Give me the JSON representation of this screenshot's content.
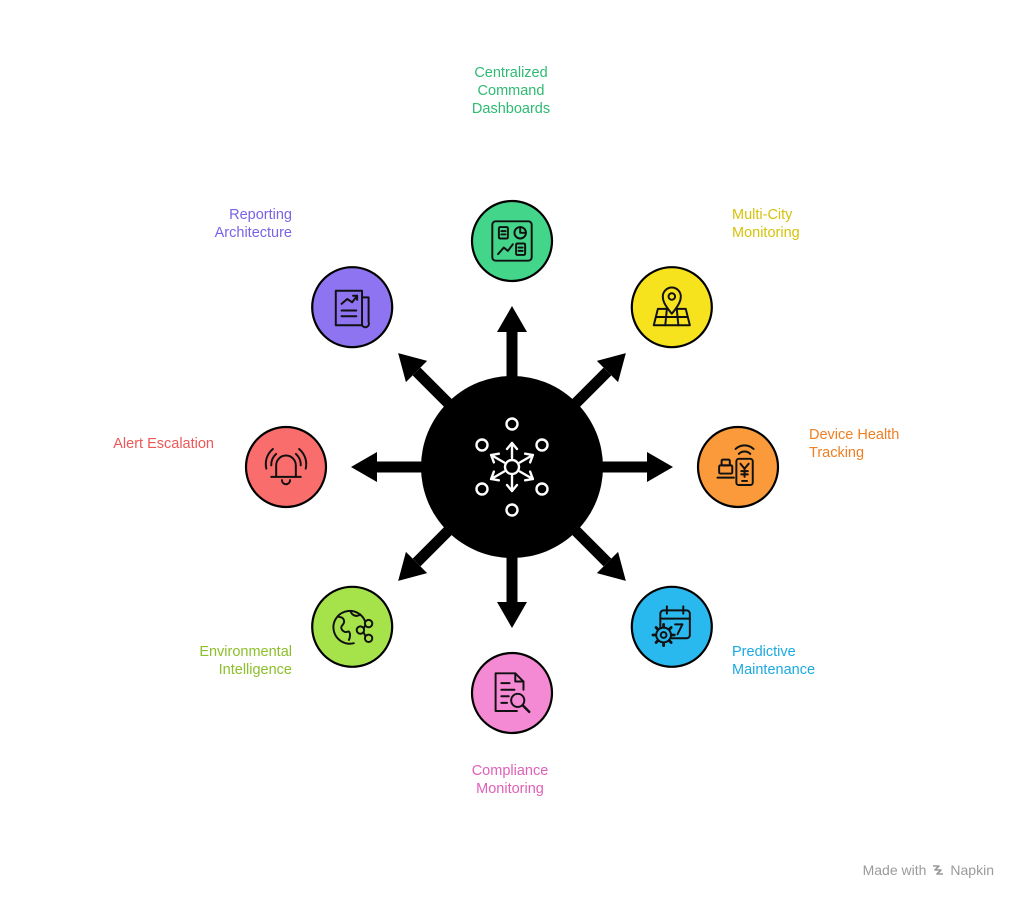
{
  "nodes": [
    {
      "id": "dashboards",
      "label_lines": [
        "Centralized",
        "Command",
        "Dashboards"
      ],
      "color": "#43d68a",
      "text_color": "#2fba73",
      "icon": "dashboard-icon"
    },
    {
      "id": "multicity",
      "label_lines": [
        "Multi-City",
        "Monitoring"
      ],
      "color": "#f7e21e",
      "text_color": "#d6c20c",
      "icon": "map-pin-icon"
    },
    {
      "id": "device",
      "label_lines": [
        "Device Health",
        "Tracking"
      ],
      "color": "#fa9a3a",
      "text_color": "#ee7f22",
      "icon": "device-signal-icon"
    },
    {
      "id": "predictive",
      "label_lines": [
        "Predictive",
        "Maintenance"
      ],
      "color": "#29b9ee",
      "text_color": "#1ba9e0",
      "icon": "calendar-gear-icon"
    },
    {
      "id": "compliance",
      "label_lines": [
        "Compliance",
        "Monitoring"
      ],
      "color": "#f58ad4",
      "text_color": "#e060b8",
      "icon": "document-search-icon"
    },
    {
      "id": "environmental",
      "label_lines": [
        "Environmental",
        "Intelligence"
      ],
      "color": "#a6e34a",
      "text_color": "#8cbf2a",
      "icon": "globe-share-icon"
    },
    {
      "id": "alert",
      "label_lines": [
        "Alert Escalation"
      ],
      "color": "#fa6d6d",
      "text_color": "#ec5757",
      "icon": "alarm-bell-icon"
    },
    {
      "id": "reporting",
      "label_lines": [
        "Reporting",
        "Architecture"
      ],
      "color": "#8f74f2",
      "text_color": "#7b62e6",
      "icon": "report-chart-icon"
    }
  ],
  "hub": {
    "icon": "network-hub-icon"
  },
  "watermark": {
    "prefix": "Made with",
    "brand": "Napkin",
    "icon": "napkin-logo-icon"
  }
}
